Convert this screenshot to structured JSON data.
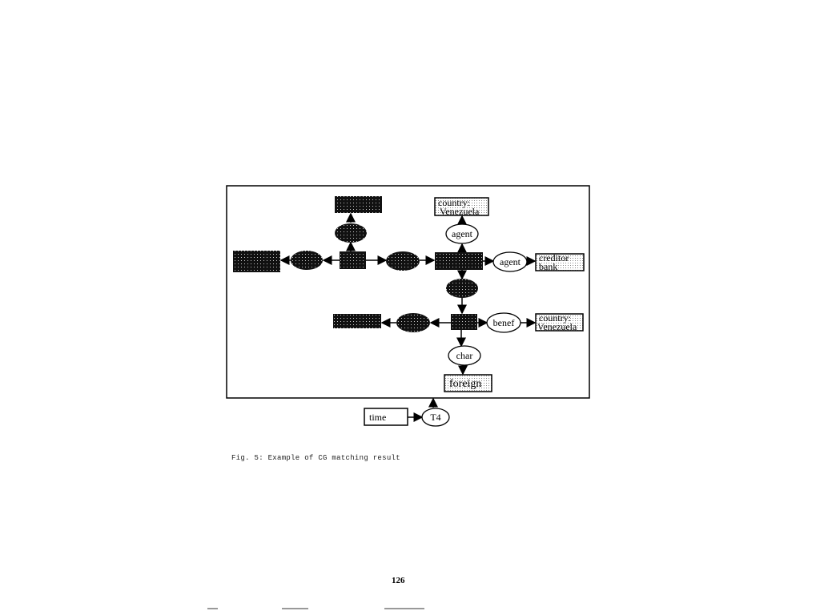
{
  "figure": {
    "caption": "Fig. 5: Example of CG matching result",
    "nodes": {
      "agent_top": "agent",
      "country_top_1": "country:",
      "country_top_2": "Venezuela",
      "agent_right": "agent",
      "creditor_1": "creditor",
      "creditor_2": "bank",
      "benef": "benef",
      "country_right_1": "country:",
      "country_right_2": "Venezuela",
      "char": "char",
      "foreign": "foreign",
      "time": "time",
      "t4": "T4"
    }
  },
  "page_number": "126"
}
